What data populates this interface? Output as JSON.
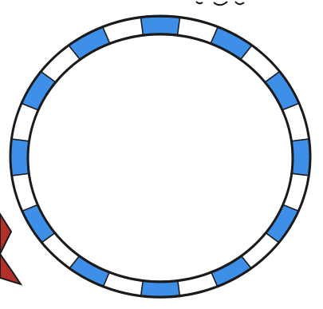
{
  "colors": {
    "background": "#ffffff",
    "ring_blue": "#3d8fe8",
    "ring_white": "#ffffff",
    "outline": "#1a1a1a",
    "star_red": "#b3302a"
  },
  "ring": {
    "segment_pattern": [
      "blue",
      "white",
      "blue",
      "white",
      "blue",
      "white",
      "blue",
      "white",
      "blue",
      "white",
      "blue",
      "white",
      "blue",
      "white",
      "blue",
      "white",
      "blue",
      "white",
      "blue",
      "white",
      "blue",
      "white",
      "blue",
      "white"
    ]
  },
  "decorations": {
    "partial_star_icon": "red-star-partial",
    "top_scribble_icon": "top-scribble"
  }
}
